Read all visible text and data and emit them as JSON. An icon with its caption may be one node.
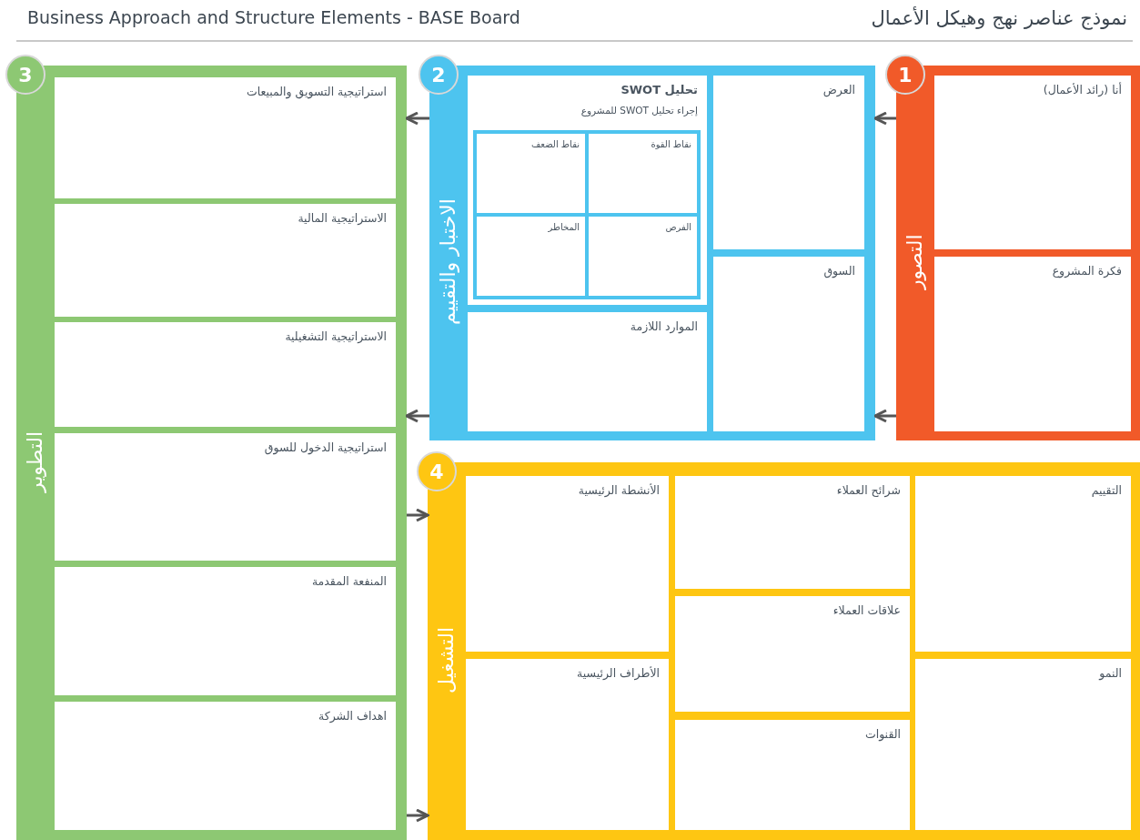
{
  "diagram": {
    "title": "Business Approach and Structure Elements - BASE Board",
    "nodes": [
      {
        "text": [
          "1",
          "التصور"
        ]
      },
      {
        "text": [
          "أنا (رائد الأعمال)"
        ],
        "in": 0
      },
      {
        "text": [
          "فكرة المشروع"
        ],
        "in": 0
      },
      {
        "text": [
          "2",
          "الاختبار والتقييم"
        ]
      },
      {
        "text": [
          "تحليل SWOT",
          "إجراء تحليل SWOT للمشروع"
        ],
        "in": 3
      },
      {
        "text": [
          "نقاط القوة"
        ],
        "in": 4
      },
      {
        "text": [
          "نقاط الضعف"
        ],
        "in": 4
      },
      {
        "text": [
          "الفرص"
        ],
        "in": 4
      },
      {
        "text": [
          "المخاطر"
        ],
        "in": 4
      },
      {
        "text": [
          "الموارد اللازمة"
        ],
        "in": 3
      },
      {
        "text": [
          "العرض"
        ],
        "in": 3
      },
      {
        "text": [
          "السوق"
        ],
        "in": 3
      },
      {
        "text": [
          "3",
          "التطوير"
        ]
      },
      {
        "text": [
          "استراتيجية التسويق والمبيعات"
        ],
        "in": 12
      },
      {
        "text": [
          "الاستراتيجية المالية"
        ],
        "in": 12
      },
      {
        "text": [
          "الاستراتيجية التشغيلية"
        ],
        "in": 12
      },
      {
        "text": [
          "استراتيجية الدخول للسوق"
        ],
        "in": 12
      },
      {
        "text": [
          "المنفعة المقدمة"
        ],
        "in": 12
      },
      {
        "text": [
          "اهداف الشركة"
        ],
        "in": 12
      },
      {
        "text": [
          "4",
          "التشغيل"
        ]
      },
      {
        "text": [
          "الأنشطة الرئيسية"
        ],
        "in": 19
      },
      {
        "text": [
          "الأطراف الرئيسية"
        ],
        "in": 19
      },
      {
        "text": [
          "شرائح العملاء"
        ],
        "in": 19
      },
      {
        "text": [
          "علاقات العملاء"
        ],
        "in": 19
      },
      {
        "text": [
          "القنوات"
        ],
        "in": 19
      },
      {
        "text": [
          "التقييم"
        ],
        "in": 19
      },
      {
        "text": [
          "النمو"
        ],
        "in": 19
      }
    ],
    "edges": [
      {
        "from": 0,
        "to": 3,
        "arrow": "to"
      },
      {
        "from": 0,
        "to": 3,
        "arrow": "to"
      },
      {
        "from": 3,
        "to": 12,
        "arrow": "to"
      },
      {
        "from": 3,
        "to": 12,
        "arrow": "to"
      },
      {
        "from": 12,
        "to": 19,
        "arrow": "to"
      },
      {
        "from": 12,
        "to": 19,
        "arrow": "to"
      }
    ],
    "labels": [
      "نموذج عناصر نهج وهيكل الأعمال"
    ]
  }
}
